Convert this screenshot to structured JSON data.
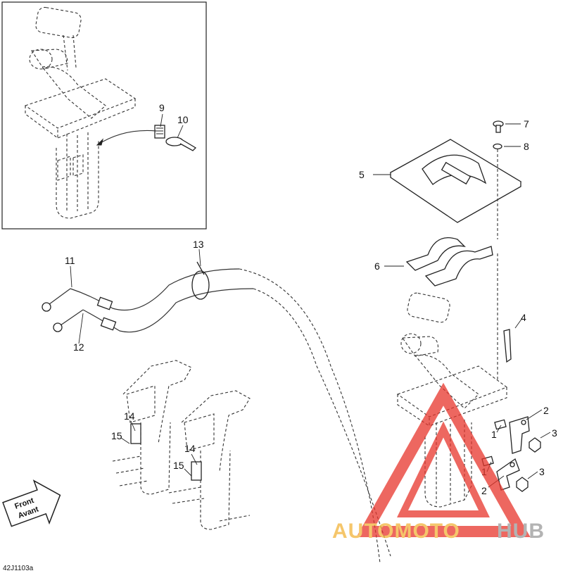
{
  "callouts": {
    "c1a": "1",
    "c1b": "1",
    "c2a": "2",
    "c2b": "2",
    "c3a": "3",
    "c3b": "3",
    "c4": "4",
    "c5": "5",
    "c6": "6",
    "c7": "7",
    "c8": "8",
    "c9": "9",
    "c10": "10",
    "c11": "11",
    "c12": "12",
    "c13": "13",
    "c14a": "14",
    "c14b": "14",
    "c15a": "15",
    "c15b": "15"
  },
  "front_arrow": {
    "line1": "Front",
    "line2": "Avant"
  },
  "figure_code": "42J1103a",
  "watermark": {
    "part1": "AUTOMOTO",
    "part2": "HUB",
    "color1": "#f2b43a",
    "color2": "#9a9a9a",
    "triangle_color": "#e8352b"
  }
}
